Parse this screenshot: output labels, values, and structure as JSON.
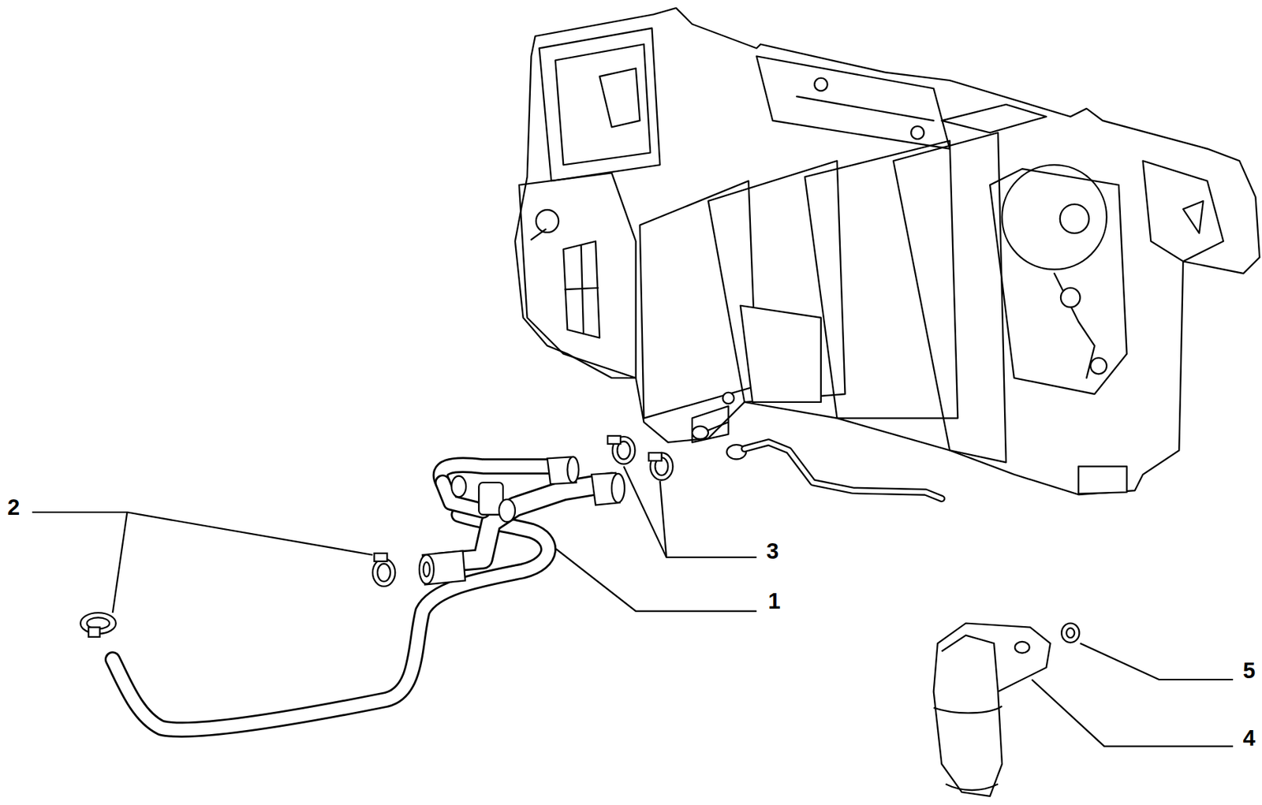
{
  "diagram": {
    "labels": [
      "2",
      "3",
      "1",
      "5",
      "4"
    ]
  }
}
